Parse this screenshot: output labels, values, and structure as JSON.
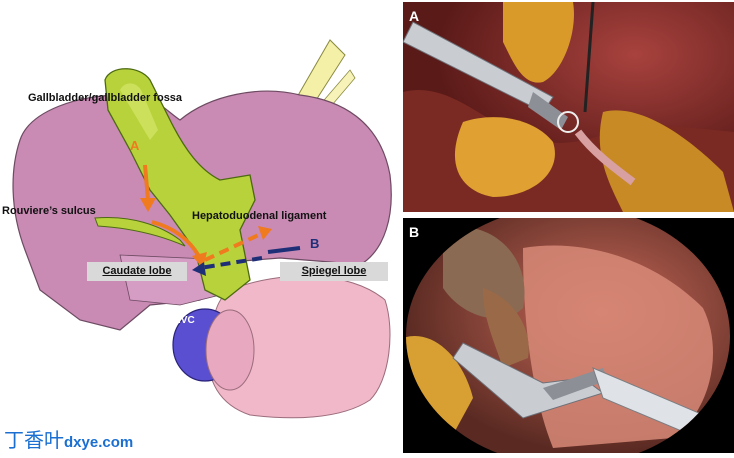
{
  "illustration": {
    "gallbladder_label": "Gallbladder/gallbladder fossa",
    "rouviere_label": "Rouviere’s sulcus",
    "hepatoduodenal_label": "Hepatoduodenal ligament",
    "caudate_label": "Caudate lobe",
    "spiegel_label": "Spiegel lobe",
    "ivc_label": "IVC",
    "arrow_a_label": "A",
    "arrow_b_label": "B",
    "colors": {
      "liver": "#c98ab4",
      "gallbladder": "#b7d23a",
      "arrow_a": "#f07a1e",
      "arrow_b": "#1e2f78",
      "ivc": "#5a4fd0",
      "spiegel": "#f0b8c8"
    }
  },
  "photos": {
    "a_label": "A",
    "b_label": "B"
  },
  "watermark": {
    "cjk": "丁香叶",
    "domain": "dxye.com"
  }
}
